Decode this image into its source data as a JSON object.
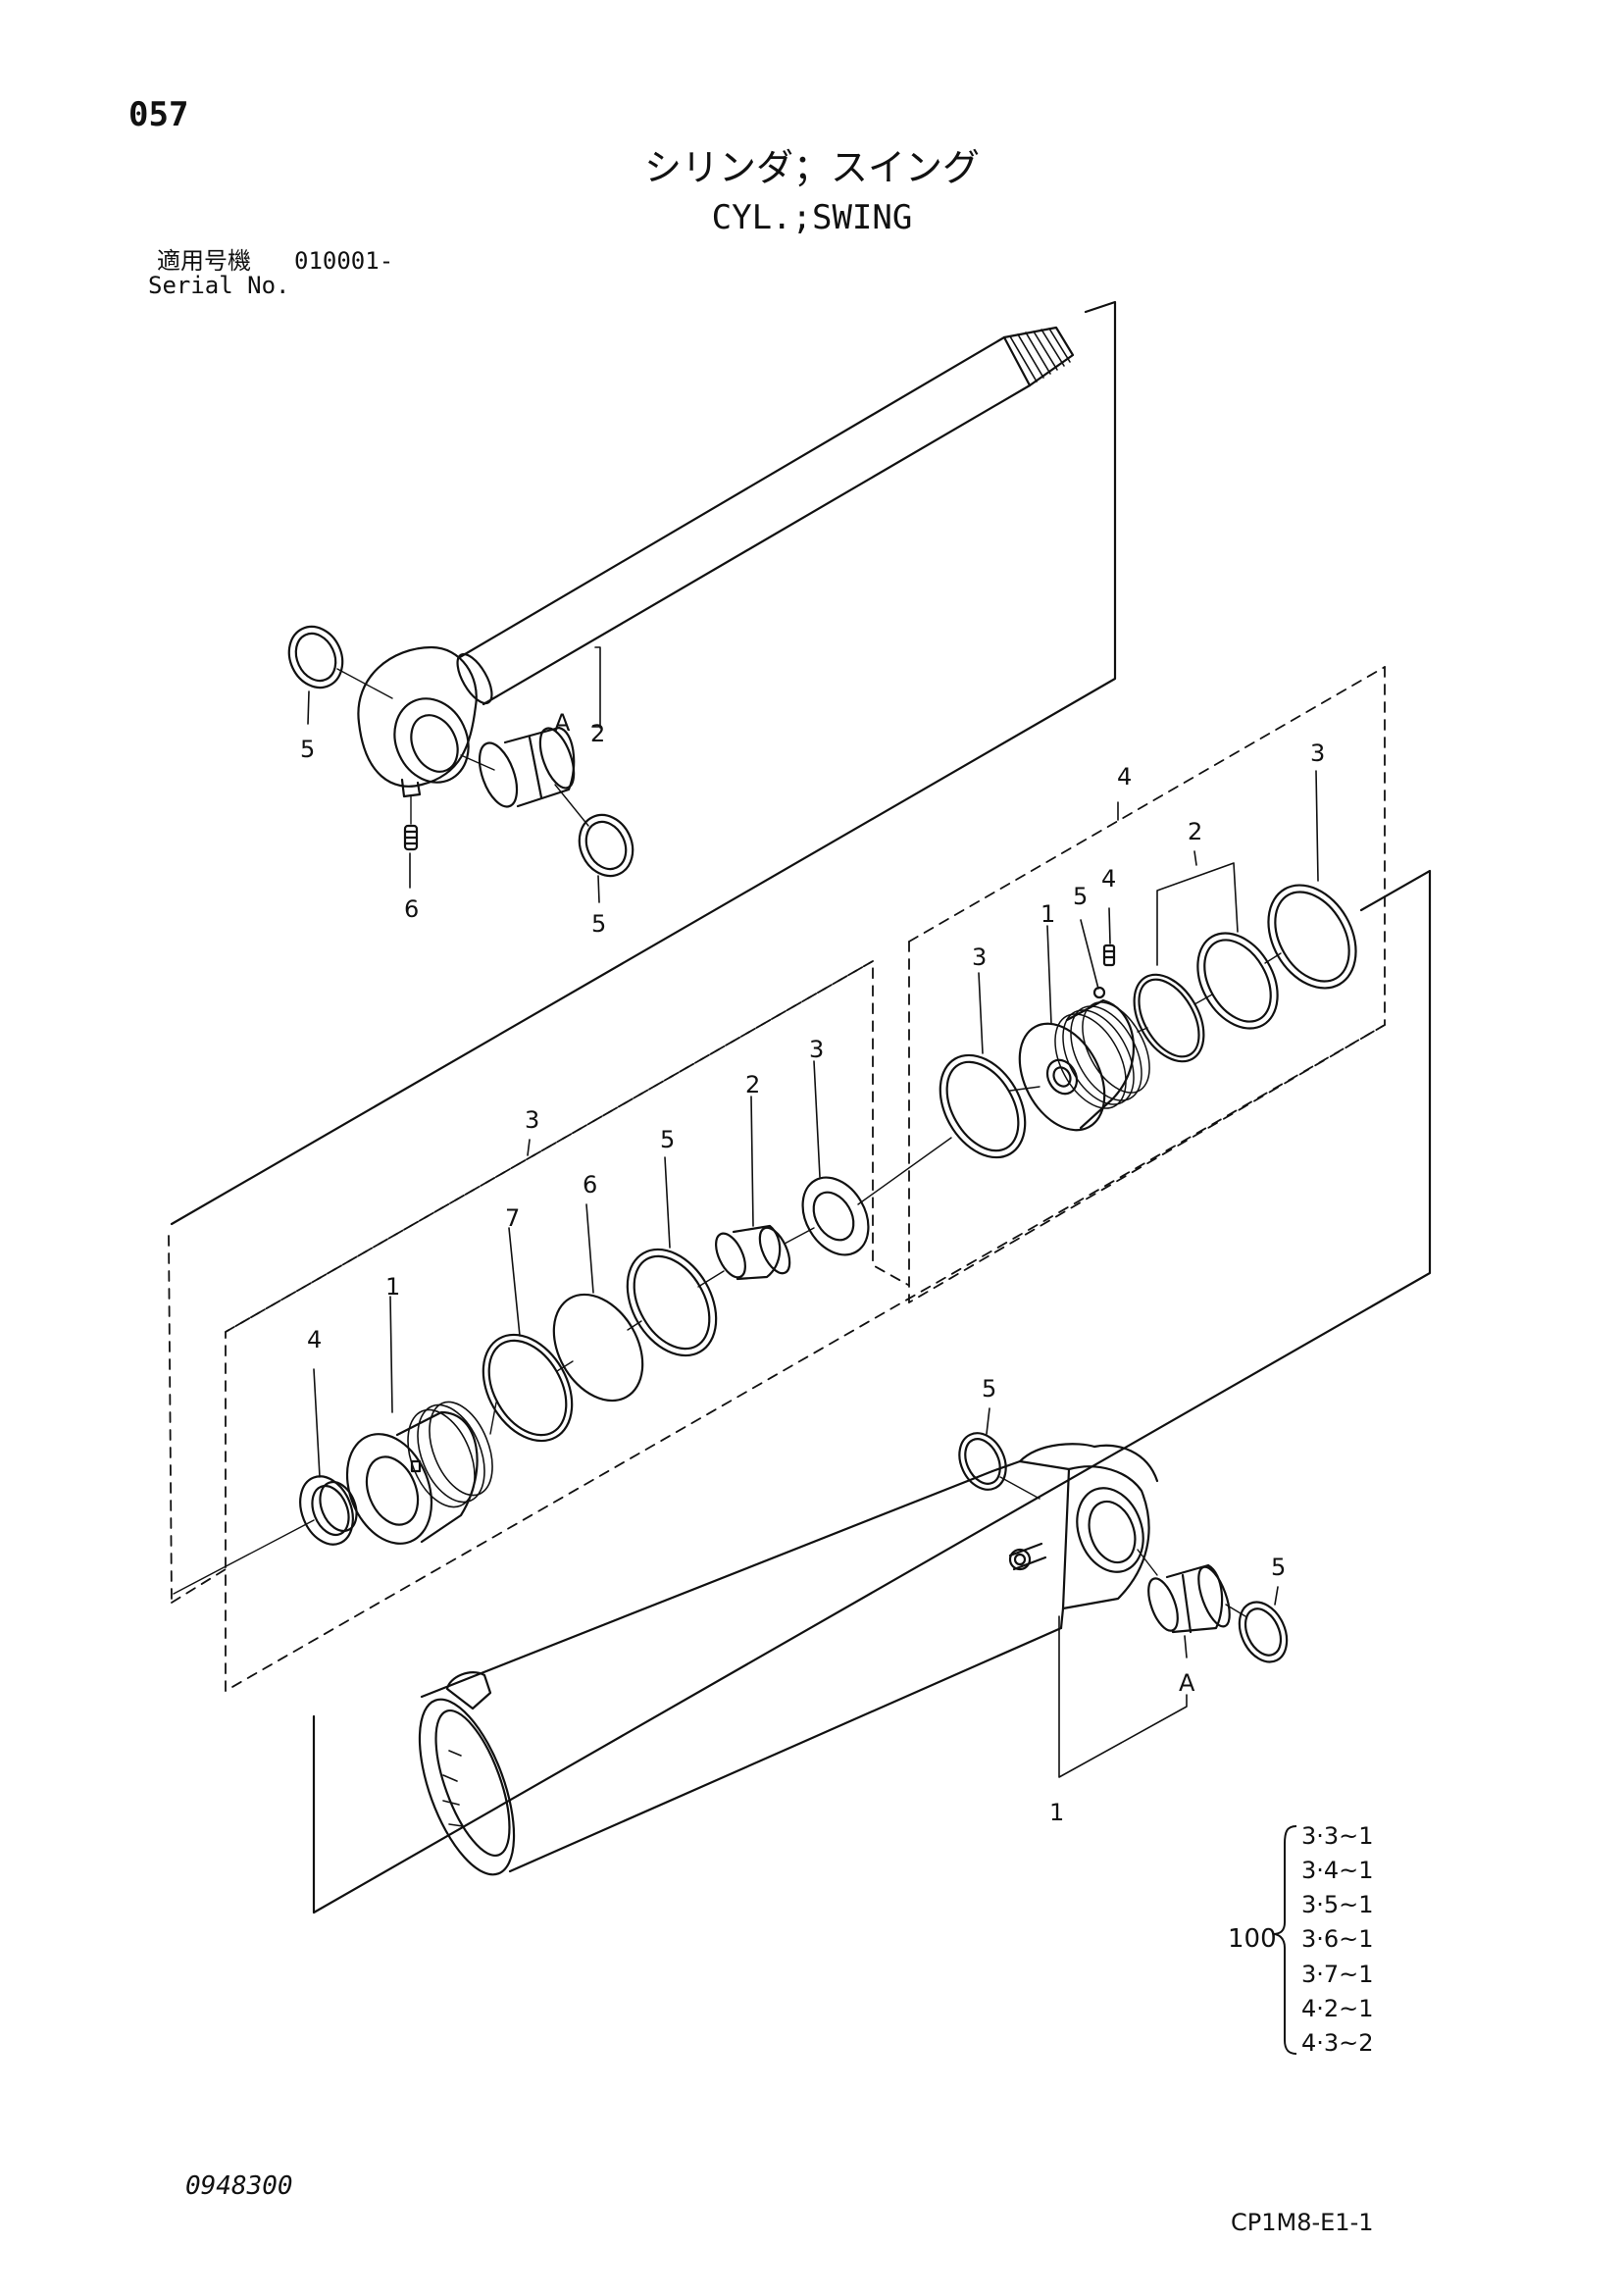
{
  "header": {
    "page_number": "057",
    "title_jp": "シリンダ；スイング",
    "title_en": "CYL.;SWING",
    "serial_label_jp": "適用号機",
    "serial_range": "010001-",
    "serial_label_en": "Serial No."
  },
  "callouts": {
    "rod_assembly": "2",
    "rod_bushing": "A",
    "rod_seal_left": "5",
    "rod_seal_right": "5",
    "rod_grease_fitting": "6",
    "head_group": "3",
    "head_body": "1",
    "head_dust_seal": "4",
    "head_ring_7": "7",
    "head_ring_6": "6",
    "head_ring_5": "5",
    "head_bushing": "2",
    "head_rod_seal": "3",
    "piston_group": "4",
    "piston_body": "1",
    "piston_ring_left": "3",
    "piston_screw_5": "5",
    "piston_screw_4": "4",
    "piston_pair": "2",
    "piston_ring_right": "3",
    "tube_assembly": "1",
    "tube_seal_top": "5",
    "tube_seal_right": "5",
    "tube_bushing": "A"
  },
  "kit": {
    "number": "100",
    "references": [
      "3·3~1",
      "3·4~1",
      "3·5~1",
      "3·6~1",
      "3·7~1",
      "4·2~1",
      "4·3~2"
    ]
  },
  "footer": {
    "doc_number": "0948300",
    "page_code": "CP1M8-E1-1"
  }
}
